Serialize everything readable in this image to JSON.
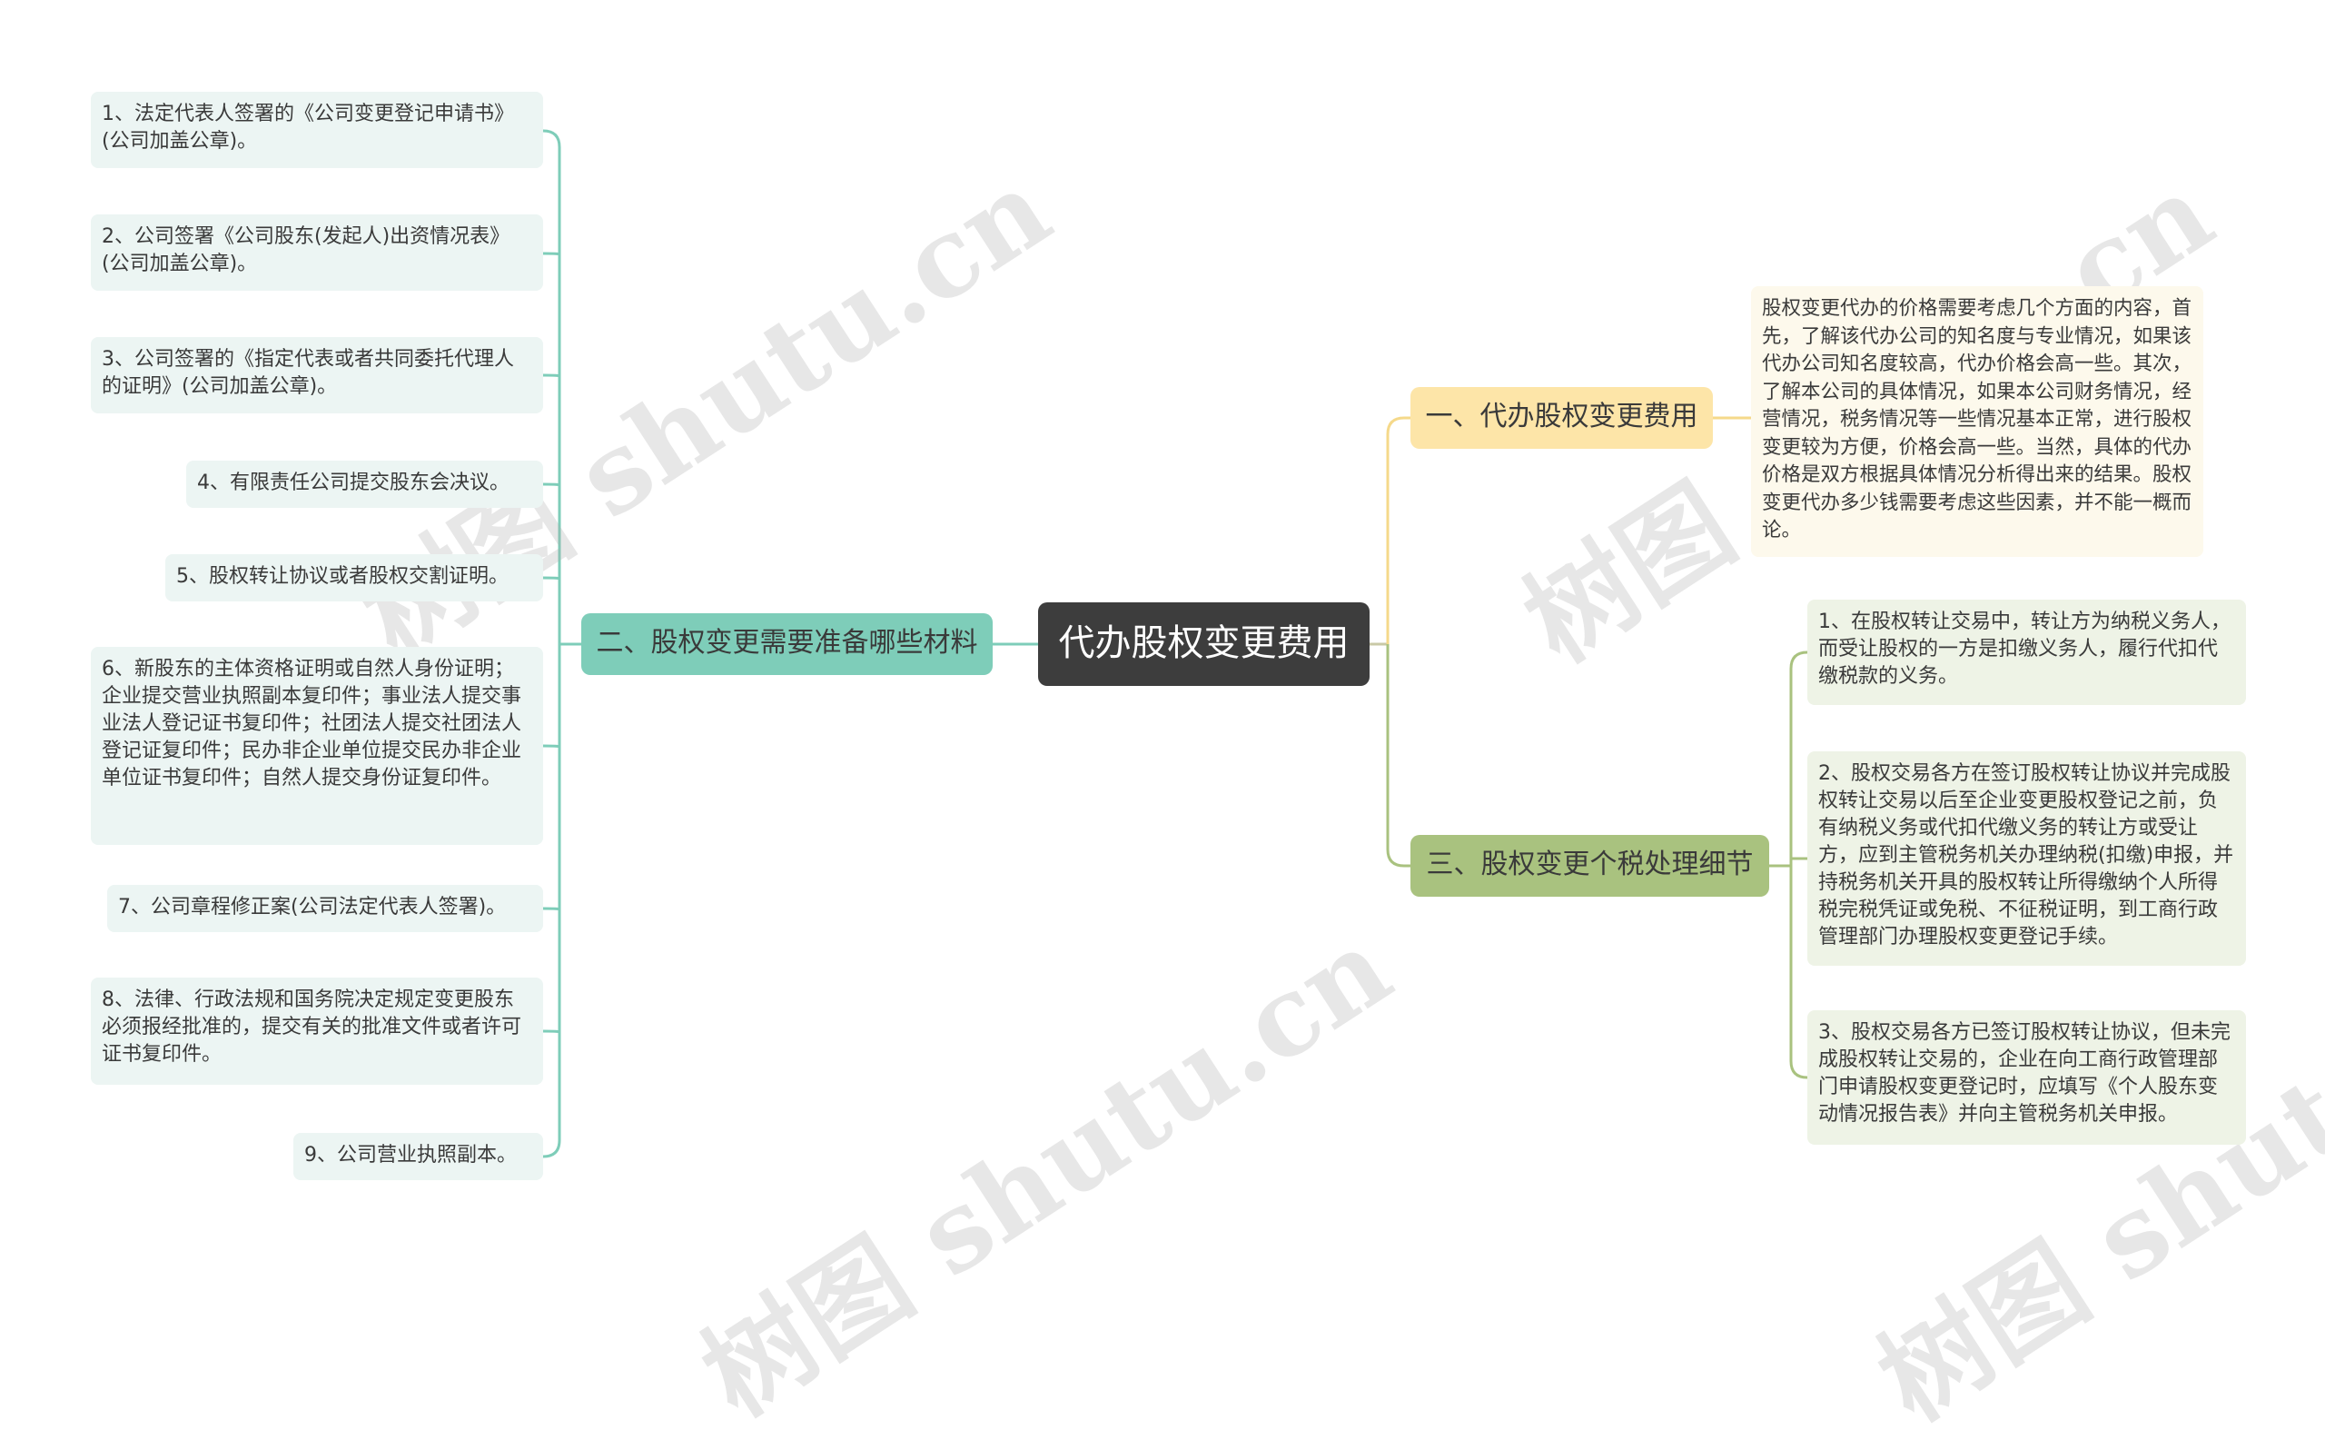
{
  "watermark": {
    "text": "树图 shutu.cn"
  },
  "colors": {
    "root_bg": "#3d3d3d",
    "teal_branch": "#7ecdb9",
    "teal_line": "#7ecdb9",
    "yellow_branch": "#fde5a8",
    "yellow_line": "#f5d98a",
    "green_branch": "#a9c27f",
    "green_line": "#a9c27f"
  },
  "mindmap": {
    "root": "代办股权变更费用",
    "branches": [
      {
        "label": "一、代办股权变更费用",
        "leaves": [
          "股权变更代办的价格需要考虑几个方面的内容，首先，了解该代办公司的知名度与专业情况，如果该代办公司知名度较高，代办价格会高一些。其次，了解本公司的具体情况，如果本公司财务情况，经营情况，税务情况等一些情况基本正常，进行股权变更较为方便，价格会高一些。当然，具体的代办价格是双方根据具体情况分析得出来的结果。股权变更代办多少钱需要考虑这些因素，并不能一概而论。"
        ]
      },
      {
        "label": "二、股权变更需要准备哪些材料",
        "leaves": [
          "1、法定代表人签署的《公司变更登记申请书》(公司加盖公章)。",
          "2、公司签署《公司股东(发起人)出资情况表》(公司加盖公章)。",
          "3、公司签署的《指定代表或者共同委托代理人的证明》(公司加盖公章)。",
          "4、有限责任公司提交股东会决议。",
          "5、股权转让协议或者股权交割证明。",
          "6、新股东的主体资格证明或自然人身份证明；企业提交营业执照副本复印件；事业法人提交事业法人登记证书复印件；社团法人提交社团法人登记证复印件；民办非企业单位提交民办非企业单位证书复印件；自然人提交身份证复印件。",
          "7、公司章程修正案(公司法定代表人签署)。",
          "8、法律、行政法规和国务院决定规定变更股东必须报经批准的，提交有关的批准文件或者许可证书复印件。",
          "9、公司营业执照副本。"
        ]
      },
      {
        "label": "三、股权变更个税处理细节",
        "leaves": [
          "1、在股权转让交易中，转让方为纳税义务人，而受让股权的一方是扣缴义务人，履行代扣代缴税款的义务。",
          "2、股权交易各方在签订股权转让协议并完成股权转让交易以后至企业变更股权登记之前，负有纳税义务或代扣代缴义务的转让方或受让方，应到主管税务机关办理纳税(扣缴)申报，并持税务机关开具的股权转让所得缴纳个人所得税完税凭证或免税、不征税证明，到工商行政管理部门办理股权变更登记手续。",
          "3、股权交易各方已签订股权转让协议，但未完成股权转让交易的，企业在向工商行政管理部门申请股权变更登记时，应填写《个人股东变动情况报告表》并向主管税务机关申报。"
        ]
      }
    ]
  }
}
